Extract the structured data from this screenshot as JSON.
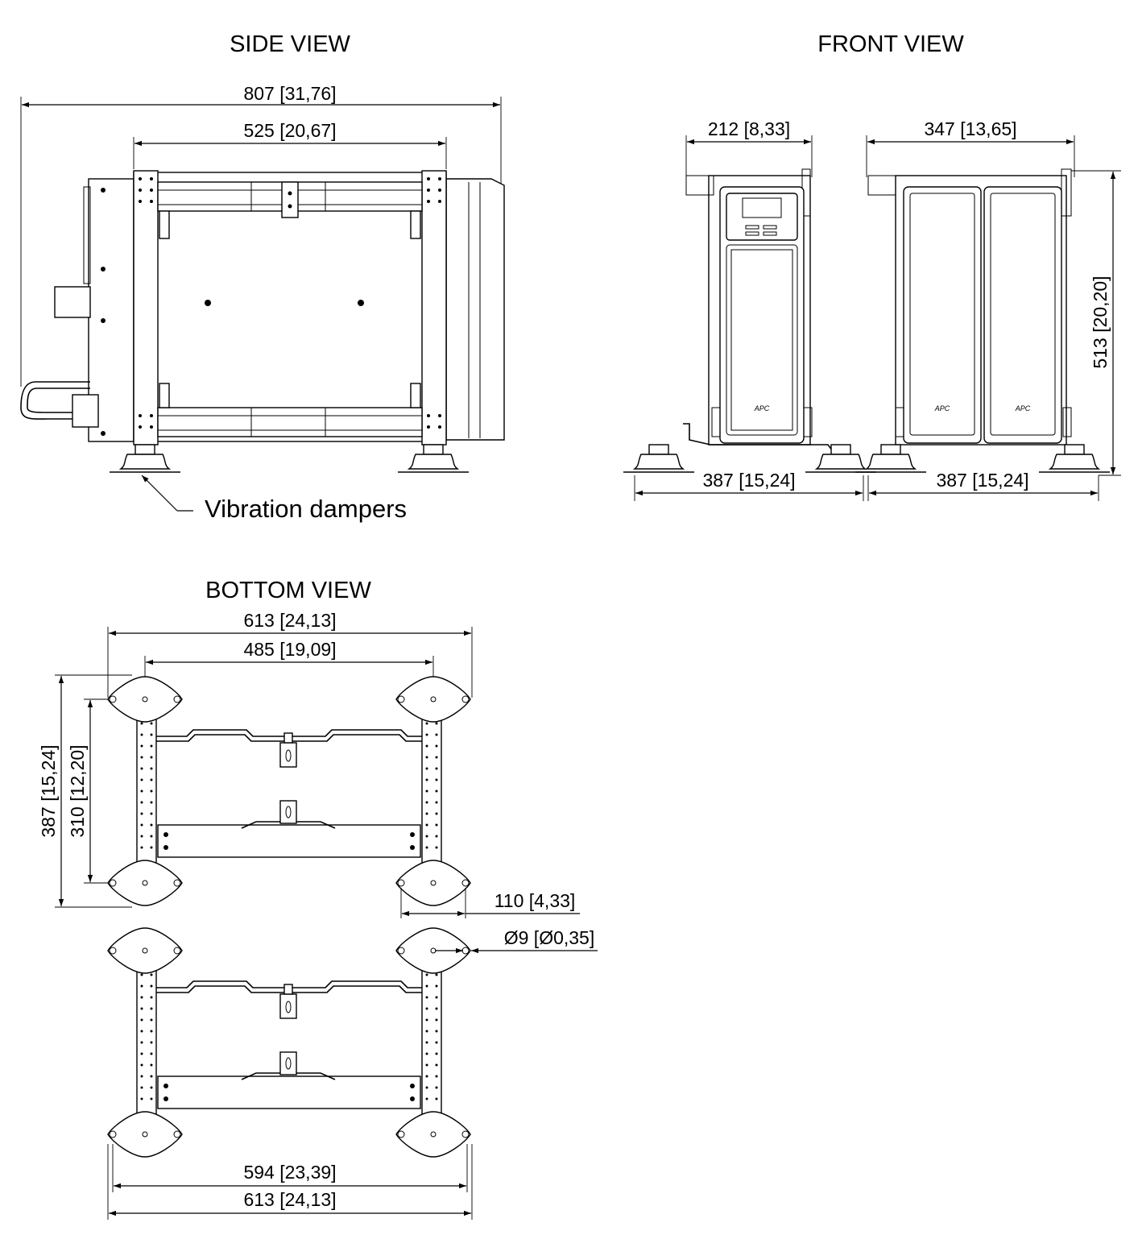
{
  "views": {
    "side": {
      "title": "SIDE VIEW",
      "overall_length": "807 [31,76]",
      "frame_length": "525 [20,67]",
      "callout": "Vibration dampers"
    },
    "front": {
      "title": "FRONT VIEW",
      "single_width": "212 [8,33]",
      "double_width": "347 [13,65]",
      "height": "513 [20,20]",
      "single_base": "387 [15,24]",
      "double_base": "387 [15,24]",
      "logo_text": "APC"
    },
    "bottom": {
      "title": "BOTTOM VIEW",
      "overall_width_top": "613 [24,13]",
      "hole_spacing": "485 [19,09]",
      "overall_depth": "387 [15,24]",
      "hole_depth": "310 [12,20]",
      "damper_width": "110 [4,33]",
      "hole_diameter": "Ø9 [Ø0,35]",
      "rail_width": "594 [23,39]",
      "overall_width_bottom": "613 [24,13]"
    }
  }
}
